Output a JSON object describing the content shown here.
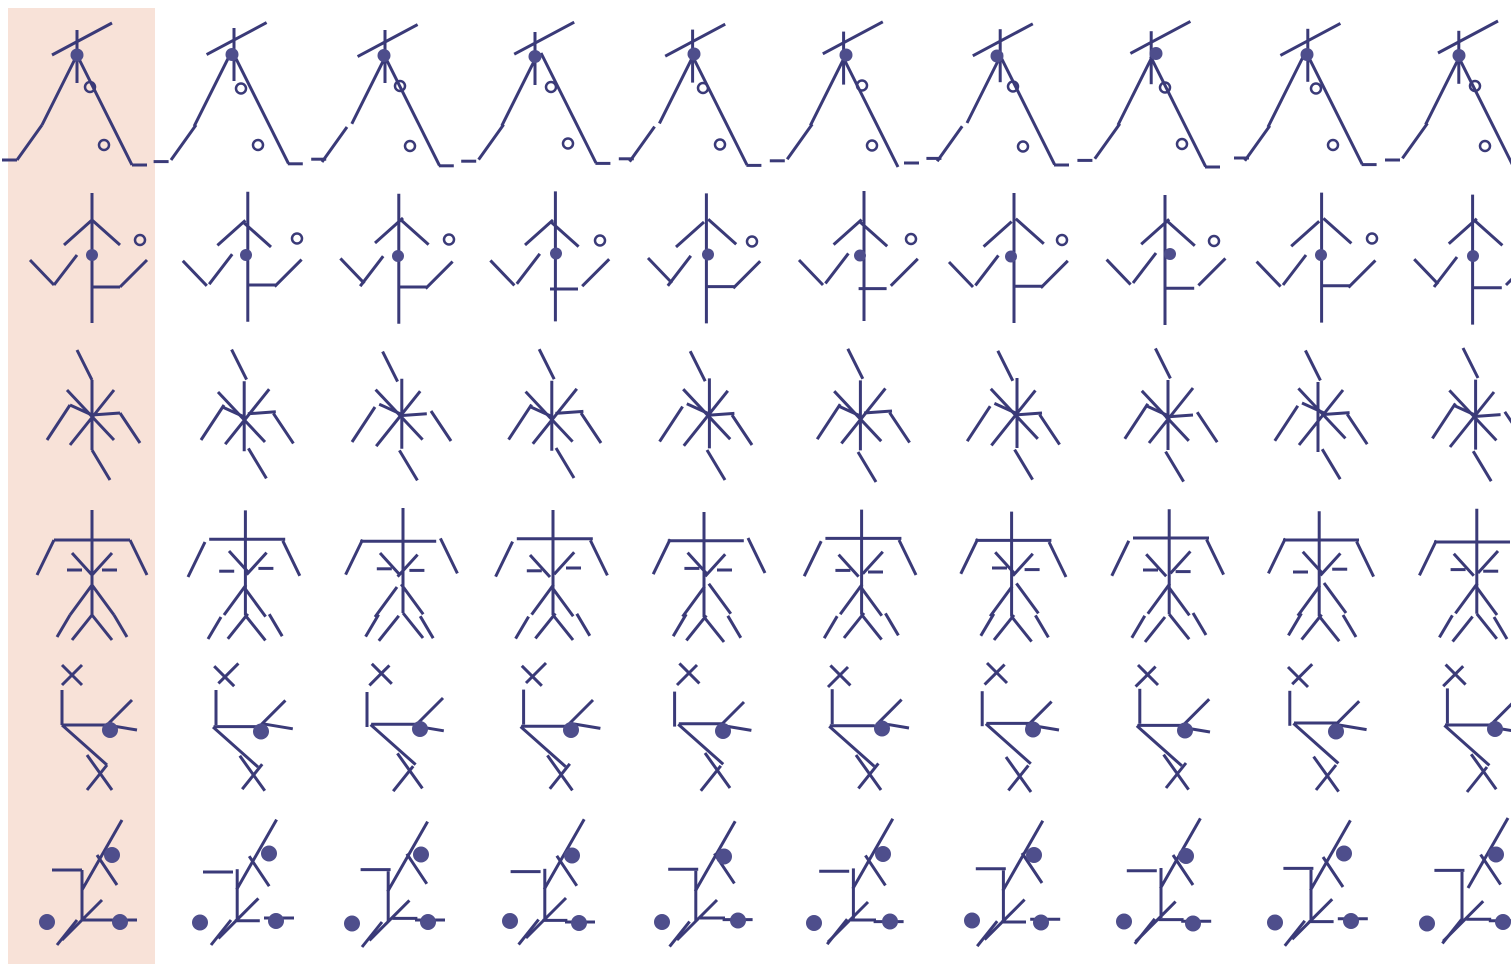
{
  "colors": {
    "ink": "#3a3a78",
    "dot": "#4e4e8c",
    "reference_column": "#f8e2d8",
    "background": "#ffffff"
  },
  "grid": {
    "rows": [
      {
        "name": "row-figure-1",
        "variants": 10
      },
      {
        "name": "row-figure-2",
        "variants": 10
      },
      {
        "name": "row-figure-3",
        "variants": 10
      },
      {
        "name": "row-figure-4",
        "variants": 10
      },
      {
        "name": "row-figure-5",
        "variants": 10
      },
      {
        "name": "row-figure-6",
        "variants": 10
      }
    ],
    "first_column_highlighted": true
  }
}
